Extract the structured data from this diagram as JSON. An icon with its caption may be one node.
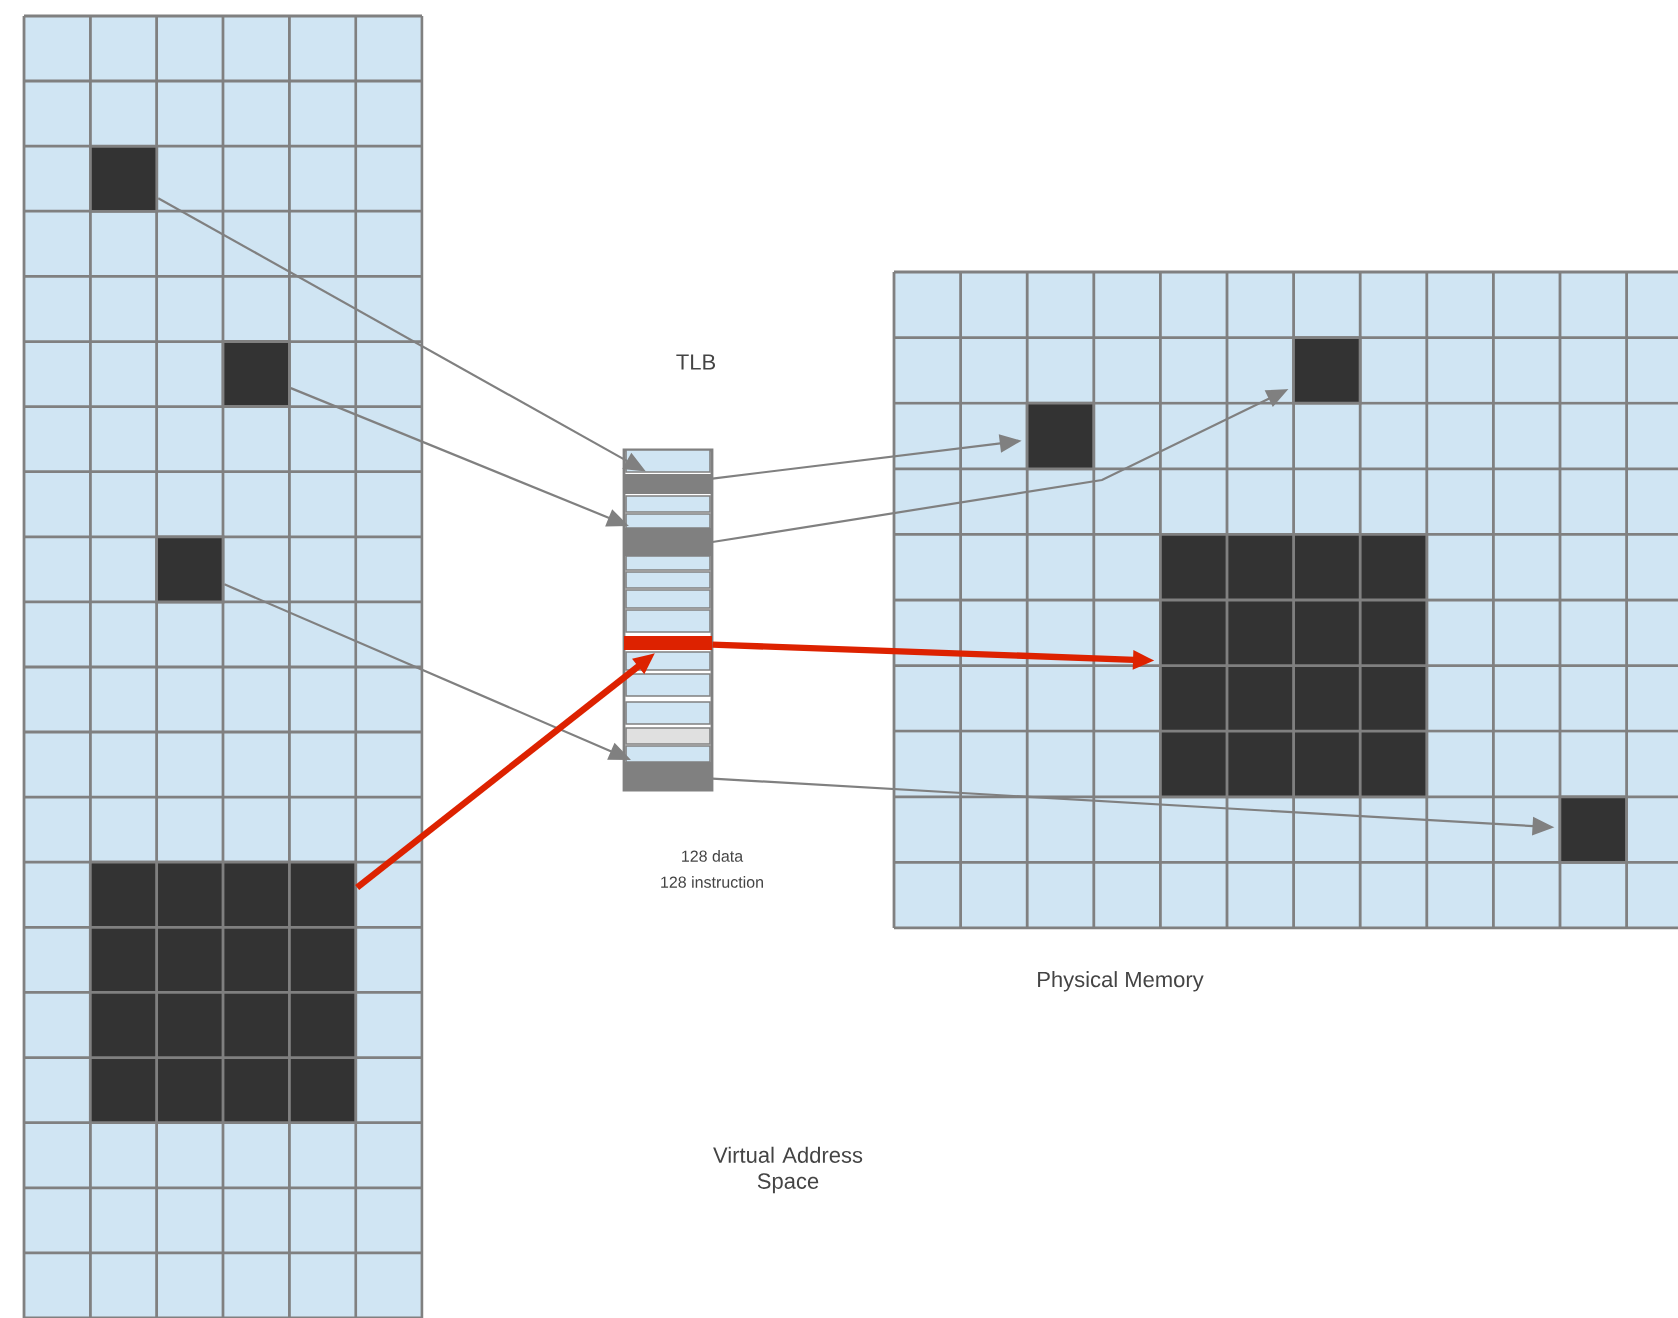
{
  "diagram": {
    "nodes": [
      {
        "text": [],
        "shape": "box"
      },
      {
        "text": [],
        "shape": "box",
        "in": 0
      },
      {
        "text": [],
        "shape": "box",
        "in": 0
      },
      {
        "text": [],
        "shape": "box",
        "in": 0
      },
      {
        "text": [],
        "shape": "box",
        "in": 0
      },
      {
        "text": [
          "TLB"
        ],
        "beside": [
          "128 data",
          "128 instruction"
        ]
      },
      {
        "text": [],
        "shape": "bar",
        "in": 5
      },
      {
        "text": [],
        "shape": "bar",
        "in": 5
      },
      {
        "text": [],
        "shape": "bar",
        "in": 5
      },
      {
        "text": [],
        "shape": "bar",
        "in": 5
      },
      {
        "text": [
          "Physical Memory"
        ]
      },
      {
        "text": [],
        "shape": "box",
        "in": 10
      },
      {
        "text": [],
        "shape": "box",
        "in": 10
      },
      {
        "text": [],
        "shape": "box",
        "in": 10
      },
      {
        "text": [],
        "shape": "box",
        "in": 10
      }
    ],
    "edges": [
      {
        "from": 1,
        "to": 6,
        "arrow": "to"
      },
      {
        "from": 2,
        "to": 7,
        "arrow": "to"
      },
      {
        "from": 3,
        "to": 9,
        "arrow": "to"
      },
      {
        "from": 4,
        "to": 8,
        "arrow": "to",
        "style": "thick",
        "color": "#dd2200"
      },
      {
        "from": 6,
        "to": 12,
        "arrow": "to"
      },
      {
        "from": 7,
        "to": 11,
        "arrow": "to"
      },
      {
        "from": 8,
        "to": 13,
        "arrow": "to",
        "style": "thick",
        "color": "#dd2200"
      },
      {
        "from": 9,
        "to": 14,
        "arrow": "to"
      }
    ],
    "labels": [
      "Virtual Address Space"
    ]
  }
}
